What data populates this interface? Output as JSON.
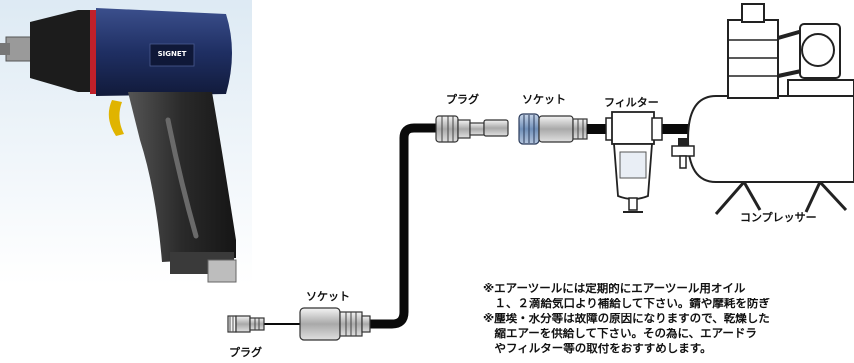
{
  "labels": {
    "plug_top": "プラグ",
    "socket_top": "ソケット",
    "filter": "フィルター",
    "compressor": "コンプレッサー",
    "socket_bottom": "ソケット",
    "plug_bottom": "プラグ",
    "brand": "SIGNET"
  },
  "notes": [
    "※エアーツールには定期的にエアーツール用オイル",
    "　１、２滴給気口より補給して下さい。錆や摩耗を防ぎ",
    "※塵埃・水分等は故障の原因になりますので、乾燥した",
    "　縮エアーを供給して下さい。その為に、エアードラ",
    "　やフィルター等の取付をおすすめします。"
  ],
  "colors": {
    "tool_body": "#1f2f63",
    "tool_grip": "#2a2a2a",
    "accent_red": "#c0202a",
    "hose": "#0a0a0a",
    "fitting_blue": "#6f8fb8",
    "photo_bg": "#dbe8f2"
  }
}
